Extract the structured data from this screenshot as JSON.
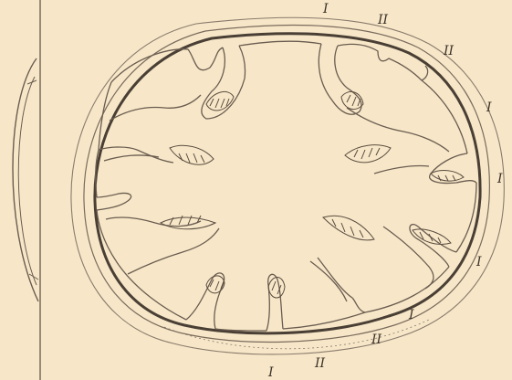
{
  "labels": {
    "top_I": "I",
    "top_II_a": "II",
    "top_II_b": "II",
    "right_I_1": "I",
    "right_I_2": "I",
    "right_I_3": "I",
    "lower_I": "I",
    "lower_II": "II",
    "bottom_I": "I",
    "bottom_II": "II"
  },
  "colors": {
    "background": "#f7e7c8",
    "stroke": "#5a4c40",
    "stroke_light": "#8a7a6c",
    "stroke_dark": "#4a3f35"
  }
}
